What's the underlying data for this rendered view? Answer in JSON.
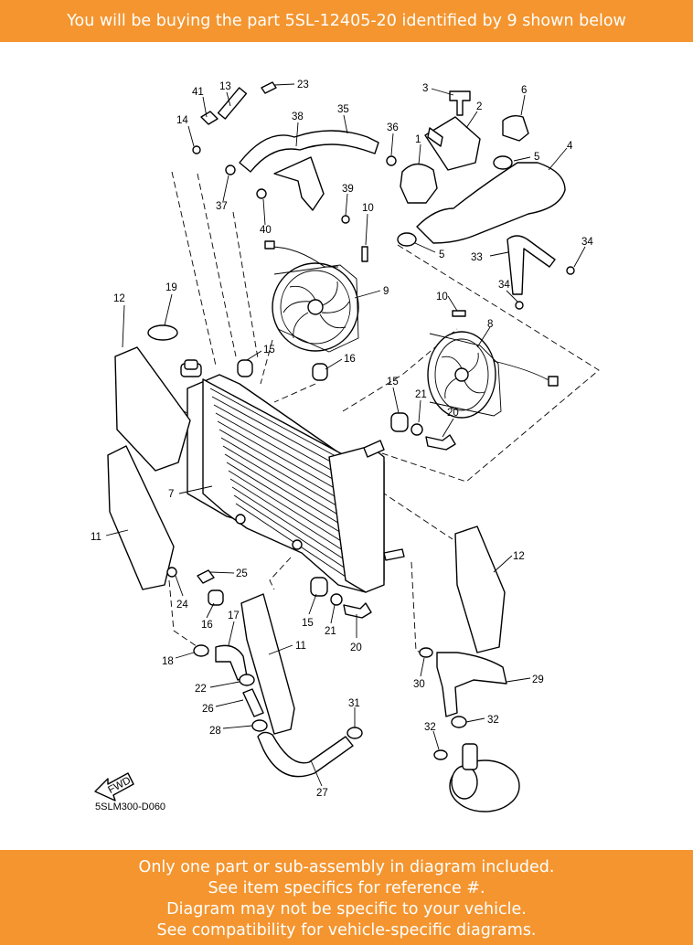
{
  "header": {
    "text": "You will be buying the part 5SL-12405-20 identified by 9 shown below"
  },
  "footer": {
    "lines": [
      "Only one part or sub-assembly in diagram included.",
      "See item specifics for reference #.",
      "Diagram may not be specific to your vehicle.",
      "See compatibility for vehicle-specific diagrams."
    ]
  },
  "diagram": {
    "code": "5SLM300-D060",
    "fwd_label": "FWD",
    "labels": [
      "41",
      "13",
      "23",
      "14",
      "38",
      "35",
      "36",
      "3",
      "2",
      "6",
      "1",
      "5",
      "4",
      "37",
      "40",
      "39",
      "10",
      "5",
      "33",
      "34",
      "34",
      "9",
      "12",
      "19",
      "10",
      "8",
      "15",
      "16",
      "15",
      "21",
      "20",
      "7",
      "11",
      "12",
      "25",
      "24",
      "16",
      "17",
      "15",
      "21",
      "20",
      "11",
      "18",
      "22",
      "26",
      "28",
      "31",
      "30",
      "29",
      "32",
      "32",
      "27"
    ],
    "colors": {
      "banner": "#f4952f",
      "banner_text": "#ffffff"
    }
  }
}
